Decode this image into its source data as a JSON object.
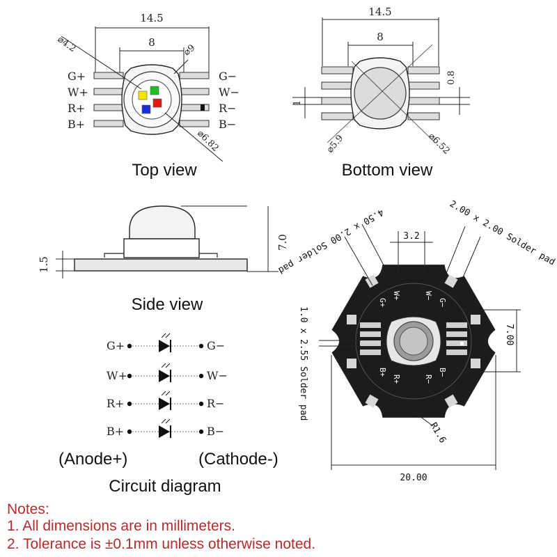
{
  "top_view": {
    "caption": "Top view",
    "width_outer": "14.5",
    "width_inner": "8",
    "dia_small": "⌀4.2",
    "dia_9": "⌀9",
    "dia_682": "⌀6.82",
    "pins_left": [
      "G+",
      "W+",
      "R+",
      "B+"
    ],
    "pins_right": [
      "G−",
      "W−",
      "R−",
      "B−"
    ]
  },
  "bottom_view": {
    "caption": "Bottom view",
    "width_outer": "14.5",
    "width_inner": "8",
    "pad_height": "0.8",
    "pad_pitch": "1",
    "dia_59": "⌀5.9",
    "dia_652": "⌀6.52"
  },
  "side_view": {
    "caption": "Side view",
    "height_total": "7.0",
    "height_base": "1.5"
  },
  "star_board": {
    "pad_large_label": "4.50 x 2.00 Solder pad",
    "pad_square_label": "2.00 x 2.00 Solder pad",
    "pad_small_label": "1.0 x 2.55 Solder pad",
    "spacing": "3.2",
    "height": "7.00",
    "width": "20.00",
    "radius": "R1.6",
    "silk_top": [
      "W+",
      "G+",
      "W−",
      "G−"
    ],
    "silk_bottom": [
      "B+",
      "R+",
      "R−",
      "B−"
    ]
  },
  "circuit": {
    "caption": "Circuit diagram",
    "anodes": [
      "G+",
      "W+",
      "R+",
      "B+"
    ],
    "cathodes": [
      "G−",
      "W−",
      "R−",
      "B−"
    ],
    "anode_label": "(Anode+)",
    "cathode_label": "(Cathode-)"
  },
  "notes": {
    "title": "Notes:",
    "lines": [
      "1. All dimensions are in millimeters.",
      "2. Tolerance is ±0.1mm unless otherwise noted."
    ]
  },
  "colors": {
    "note_red": "#b52b2b",
    "led_yellow": "#f2e600",
    "led_green": "#1fbf2a",
    "led_red": "#e01818",
    "led_blue": "#1a2ee0",
    "board_black": "#1c1c1c"
  }
}
